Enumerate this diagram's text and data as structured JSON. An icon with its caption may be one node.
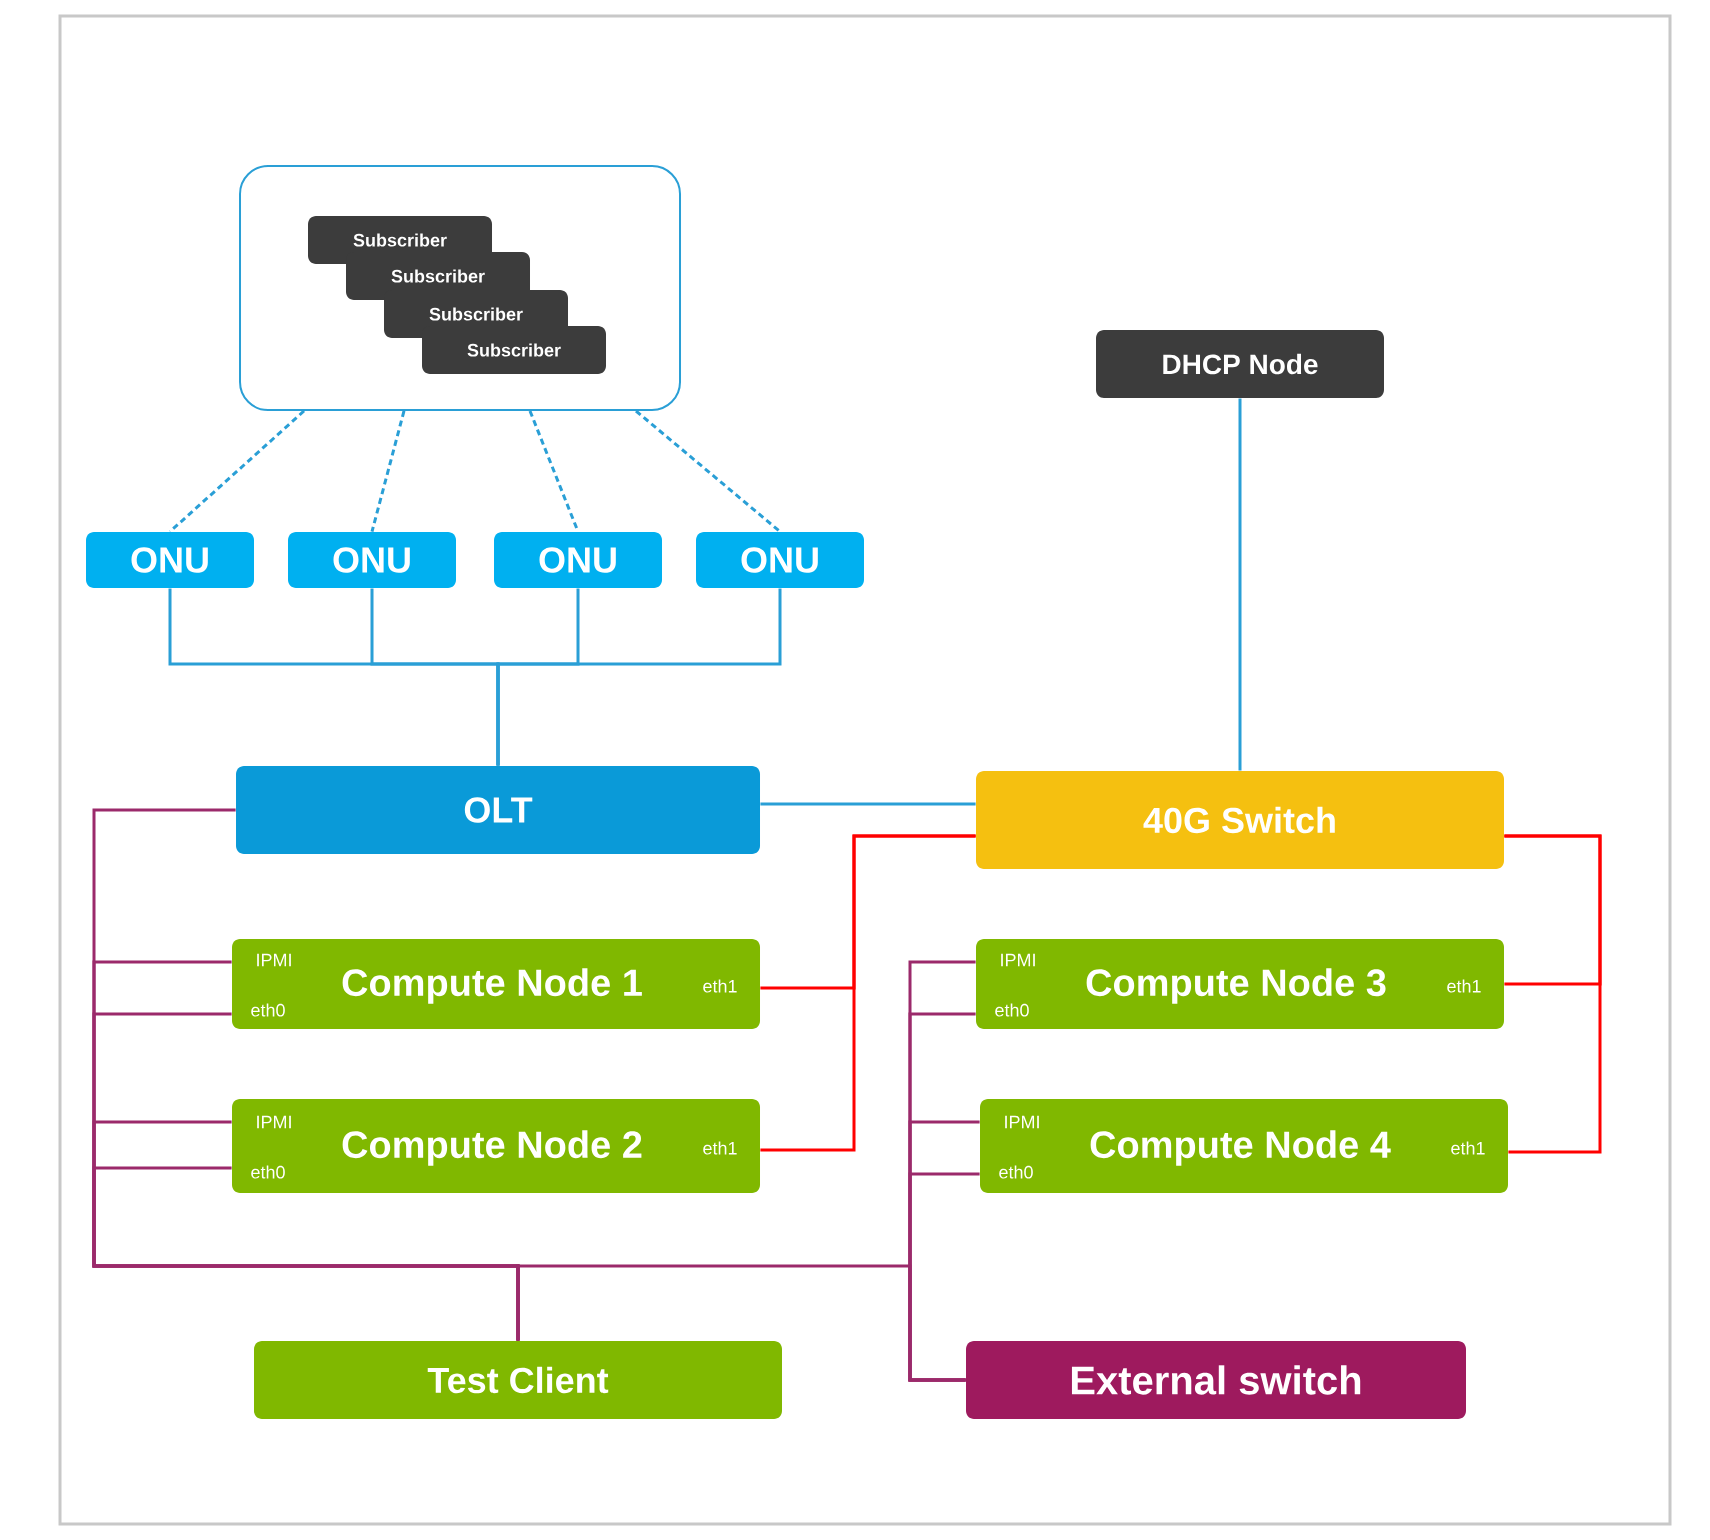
{
  "diagram": {
    "nodes": [
      {
        "text": [],
        "shape": "box"
      },
      {
        "text": [
          "Subscriber"
        ],
        "in": 0
      },
      {
        "text": [
          "Subscriber"
        ],
        "in": 0
      },
      {
        "text": [
          "Subscriber"
        ],
        "in": 0
      },
      {
        "text": [
          "Subscriber"
        ],
        "in": 0
      },
      {
        "text": [
          "ONU"
        ]
      },
      {
        "text": [
          "ONU"
        ]
      },
      {
        "text": [
          "ONU"
        ]
      },
      {
        "text": [
          "ONU"
        ]
      },
      {
        "text": [
          "DHCP Node"
        ]
      },
      {
        "text": [
          "OLT"
        ]
      },
      {
        "text": [
          "40G Switch"
        ]
      },
      {
        "text": [
          "IPMI",
          "Compute Node 1",
          "eth0",
          "eth1"
        ]
      },
      {
        "text": [
          "IPMI",
          "Compute Node 2",
          "eth0",
          "eth1"
        ]
      },
      {
        "text": [
          "IPMI",
          "Compute Node 3",
          "eth0",
          "eth1"
        ]
      },
      {
        "text": [
          "IPMI",
          "Compute Node 4",
          "eth0",
          "eth1"
        ]
      },
      {
        "text": [
          "Test Client"
        ]
      },
      {
        "text": [
          "External switch"
        ]
      }
    ],
    "edges": [
      {
        "from": 0,
        "to": 5,
        "arrow": "none",
        "style": "dashed",
        "color": "#2a9fd6"
      },
      {
        "from": 0,
        "to": 6,
        "arrow": "none",
        "style": "dashed",
        "color": "#2a9fd6"
      },
      {
        "from": 0,
        "to": 7,
        "arrow": "none",
        "style": "dashed",
        "color": "#2a9fd6"
      },
      {
        "from": 0,
        "to": 8,
        "arrow": "none",
        "style": "dashed",
        "color": "#2a9fd6"
      },
      {
        "from": 5,
        "to": 10,
        "arrow": "none",
        "color": "#2a9fd6"
      },
      {
        "from": 6,
        "to": 10,
        "arrow": "none",
        "color": "#2a9fd6"
      },
      {
        "from": 7,
        "to": 10,
        "arrow": "none",
        "color": "#2a9fd6"
      },
      {
        "from": 8,
        "to": 10,
        "arrow": "none",
        "color": "#2a9fd6"
      },
      {
        "from": 9,
        "to": 11,
        "arrow": "none",
        "color": "#2a9fd6"
      },
      {
        "from": 10,
        "to": 11,
        "arrow": "none",
        "color": "#2a9fd6"
      },
      {
        "from": 11,
        "to": 12,
        "arrow": "none",
        "color": "#ff0000"
      },
      {
        "from": 11,
        "to": 13,
        "arrow": "none",
        "color": "#ff0000"
      },
      {
        "from": 11,
        "to": 14,
        "arrow": "none",
        "color": "#ff0000"
      },
      {
        "from": 11,
        "to": 15,
        "arrow": "none",
        "color": "#ff0000"
      },
      {
        "from": 10,
        "to": 16,
        "arrow": "none",
        "color": "#9b2a6b"
      },
      {
        "from": 12,
        "to": 16,
        "arrow": "none",
        "color": "#9b2a6b"
      },
      {
        "from": 12,
        "to": 16,
        "arrow": "none",
        "color": "#9b2a6b"
      },
      {
        "from": 13,
        "to": 16,
        "arrow": "none",
        "color": "#9b2a6b"
      },
      {
        "from": 13,
        "to": 16,
        "arrow": "none",
        "color": "#9b2a6b"
      },
      {
        "from": 14,
        "to": 17,
        "arrow": "none",
        "color": "#9b2a6b"
      },
      {
        "from": 14,
        "to": 17,
        "arrow": "none",
        "color": "#9b2a6b"
      },
      {
        "from": 15,
        "to": 17,
        "arrow": "none",
        "color": "#9b2a6b"
      },
      {
        "from": 15,
        "to": 17,
        "arrow": "none",
        "color": "#9b2a6b"
      },
      {
        "from": 16,
        "to": 17,
        "arrow": "none",
        "color": "#9b2a6b"
      }
    ]
  }
}
